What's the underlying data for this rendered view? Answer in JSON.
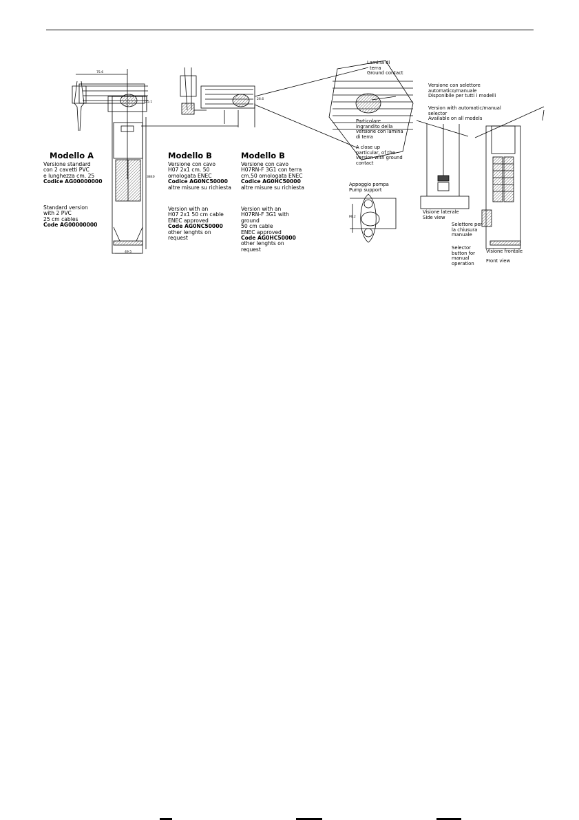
{
  "modelA": {
    "title": "Modello A",
    "it": [
      "Versione standard",
      "con 2 cavetti PVC",
      "e lunghezza cm. 25"
    ],
    "it_code": "Codice AG00000000",
    "en": [
      "Standard version",
      "with 2 PVC",
      "25 cm cables"
    ],
    "en_code": "Code AG00000000"
  },
  "modelB1": {
    "title": "Modello B",
    "it": [
      "Versione con cavo",
      "H07 2x1 cm. 50",
      "omologata ENEC"
    ],
    "it_code": "Codice AG0NC50000",
    "it_after": "altre misure su richiesta",
    "en": [
      "Version with an",
      "H07 2x1 50 cm cable",
      "ENEC approved"
    ],
    "en_code": "Code AG0NC50000",
    "en_after": [
      "other lenghts on",
      "request"
    ]
  },
  "modelB2": {
    "title": "Modello B",
    "it": [
      "Versione con cavo",
      "H07RN-F 3G1 con terra",
      "cm.50 omologata ENEC"
    ],
    "it_code": "Codice AG0HC50000",
    "it_after": "altre misure su richiesta",
    "en": [
      "Version with an",
      "H07RN-F 3G1  with",
      "ground",
      "50 cm cable",
      "ENEC approved"
    ],
    "en_code": "Code  AG0HC50000",
    "en_after": [
      "other lenghts on",
      "request"
    ]
  },
  "ground_contact": [
    "Lamina di",
    "terra",
    "Ground contact"
  ],
  "detail_note": [
    "Particolare",
    "ingrandito della",
    "versione con lamina",
    "di terra"
  ],
  "closeup_note": [
    "A close up",
    "particular, of the",
    "version with ground",
    "contact"
  ],
  "pump_support": [
    "Appoggio pompa",
    "Pump support"
  ],
  "selector_version": [
    "Versione con selettore",
    "automatico/manuale",
    "Disponibile per tutti i modelli"
  ],
  "selector_version_en": [
    "Version with automatic/manual",
    "selector",
    "Available on all models"
  ],
  "side_view": [
    "Visione laterale",
    "Side view"
  ],
  "selector_button": [
    "Selettore per",
    "la chiusura",
    "manuale"
  ],
  "selector_button_en": [
    "Selector",
    "button for",
    "manual",
    "operation"
  ],
  "front_view": [
    "Visione frontale",
    "Front view"
  ],
  "dims": {
    "a_width": "75.6",
    "a_top": "25.1",
    "b_top": "26.6",
    "a_height": "3840",
    "a_bottom": "49.5",
    "pump": "M12"
  },
  "colors": {
    "ink": "#000000",
    "hatch": "#888888"
  }
}
